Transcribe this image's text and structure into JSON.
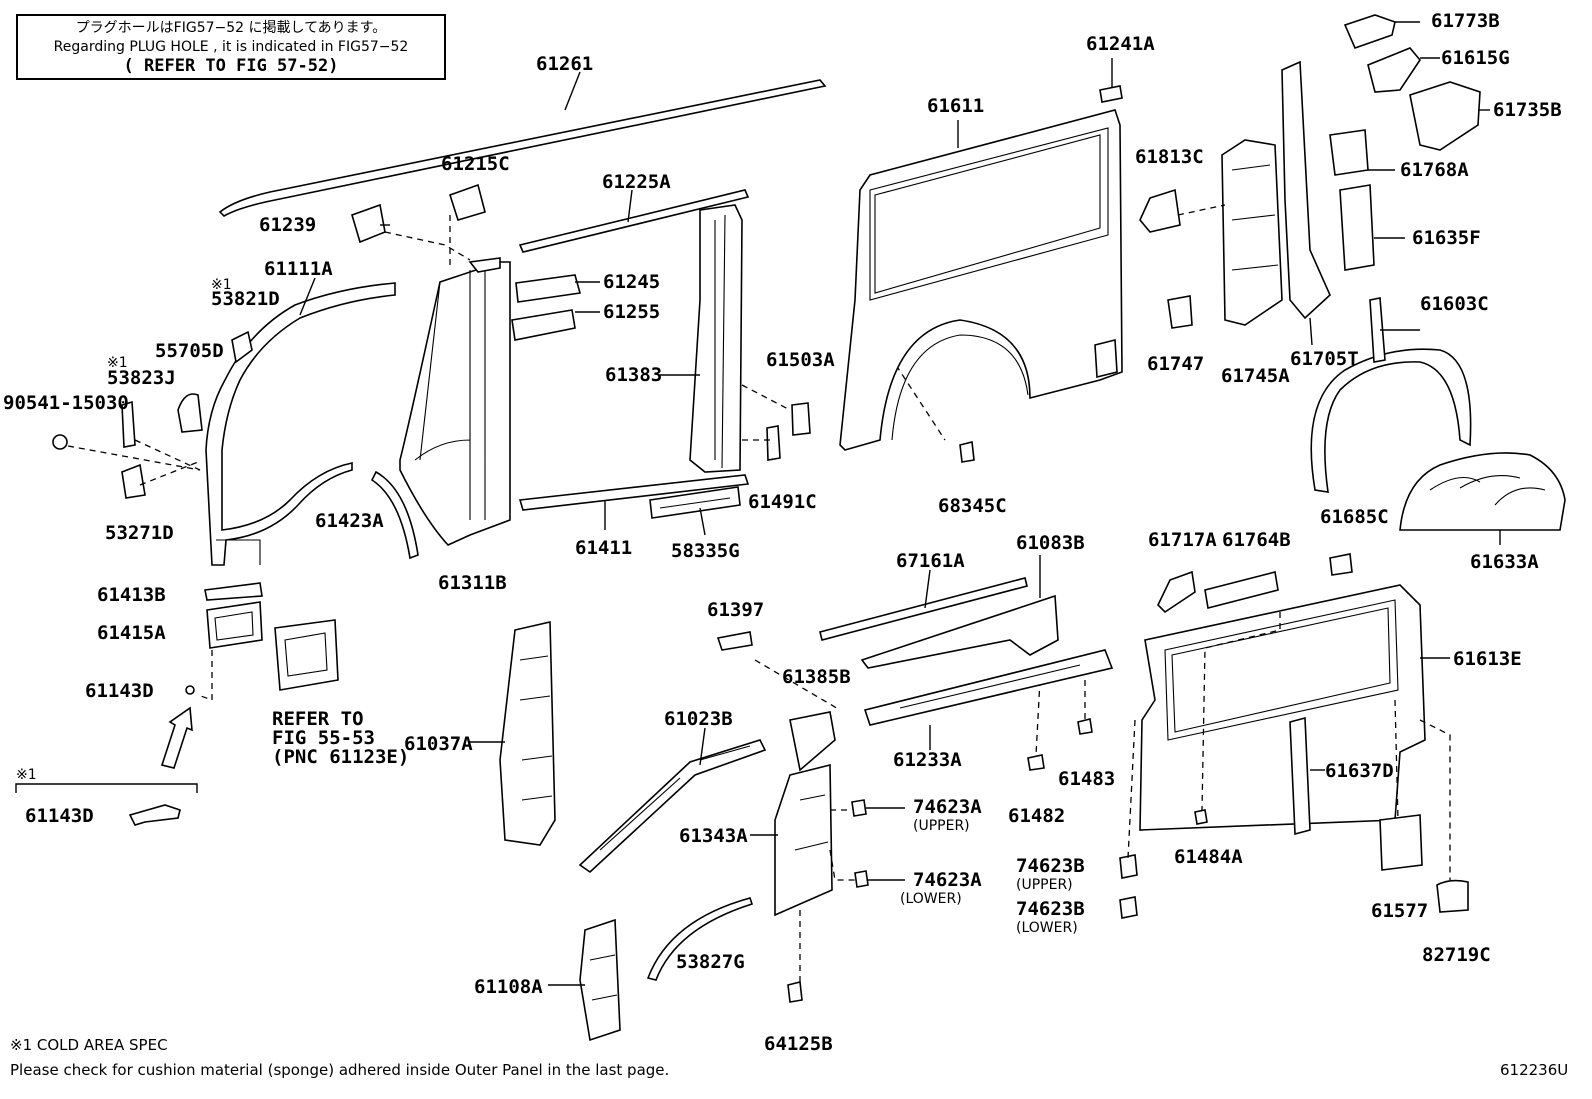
{
  "header_box": {
    "line1": "プラグホールはFIG57−52 に掲載してあります。",
    "line2": "Regarding PLUG HOLE , it is indicated in FIG57−52",
    "line3": "( REFER TO FIG 57-52)"
  },
  "labels": {
    "p61261": "61261",
    "p61241A": "61241A",
    "p61773B": "61773B",
    "p61615G": "61615G",
    "p61735B": "61735B",
    "p61768A": "61768A",
    "p61635F": "61635F",
    "p61603C": "61603C",
    "p61705T": "61705T",
    "p61745A": "61745A",
    "p61747": "61747",
    "p61813C": "61813C",
    "p61611": "61611",
    "p61215C": "61215C",
    "p61225A": "61225A",
    "p61239": "61239",
    "p61245": "61245",
    "p61255": "61255",
    "p61383": "61383",
    "p61503A": "61503A",
    "p61491C": "61491C",
    "p68345C": "68345C",
    "p61111A": "61111A",
    "p53821D": "53821D",
    "p55705D": "55705D",
    "p53823J": "53823J",
    "p90541": "90541-15030",
    "p53271D": "53271D",
    "p61423A": "61423A",
    "p61311B": "61311B",
    "p61411": "61411",
    "p58335G": "58335G",
    "p61685C": "61685C",
    "p61633A": "61633A",
    "p61717A": "61717A",
    "p61764B": "61764B",
    "p61613E": "61613E",
    "p67161A": "67161A",
    "p61083B": "61083B",
    "p61397": "61397",
    "p61385B": "61385B",
    "p61233A": "61233A",
    "p61483": "61483",
    "p61482": "61482",
    "p61637D": "61637D",
    "p61484A": "61484A",
    "p61577": "61577",
    "p82719C": "82719C",
    "p61413B": "61413B",
    "p61415A": "61415A",
    "p61143D_a": "61143D",
    "p61143D_b": "61143D",
    "p61037A": "61037A",
    "p61023B": "61023B",
    "p61343A": "61343A",
    "p74623A_u": "74623A",
    "p74623A_l": "74623A",
    "p74623B_u": "74623B",
    "p74623B_l": "74623B",
    "p53827G": "53827G",
    "p61108A": "61108A",
    "p64125B": "64125B"
  },
  "sublabels": {
    "upper_a": "(UPPER)",
    "lower_a": "(LOWER)",
    "upper_b": "(UPPER)",
    "lower_b": "(LOWER)"
  },
  "marks": {
    "cold1": "※1",
    "cold2": "※1",
    "cold3": "※1"
  },
  "refer": {
    "line1": "REFER TO",
    "line2": "FIG 55-53",
    "line3": "(PNC 61123E)"
  },
  "footer": {
    "cold_spec": "※1 COLD AREA SPEC",
    "notice": "Please check for cushion material (sponge) adhered inside Outer Panel in the last page.",
    "fig_code": "612236U"
  }
}
